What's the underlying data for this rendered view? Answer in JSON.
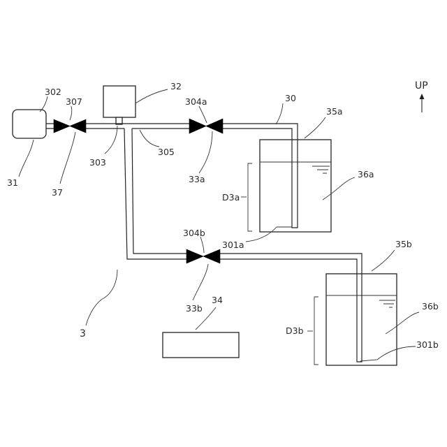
{
  "labels": {
    "system": "3",
    "pipe_main": "30",
    "device_left": "31",
    "device_top": "32",
    "container_bottom": "34",
    "tank_a": "35a",
    "tank_b": "35b",
    "liquid_a": "36a",
    "liquid_b": "36b",
    "valve_main": "37",
    "valve_a": "33a",
    "valve_b": "33b",
    "port_302": "302",
    "port_303": "303",
    "port_305": "305",
    "port_307": "307",
    "port_304a": "304a",
    "port_304b": "304b",
    "outlet_a": "301a",
    "outlet_b": "301b",
    "depth_a": "D3a",
    "depth_b": "D3b",
    "up": "UP"
  }
}
